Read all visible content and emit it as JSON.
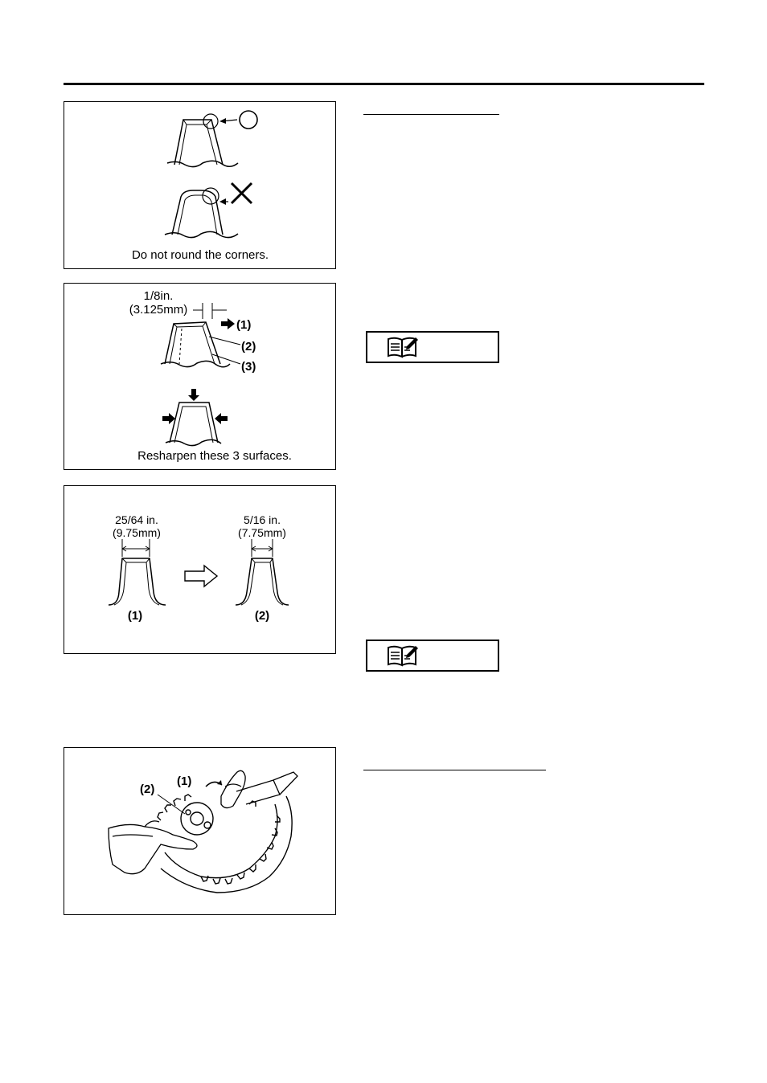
{
  "figures": {
    "fig1": {
      "caption": "Do not round the corners."
    },
    "fig2": {
      "dim_in": "1/8in.",
      "dim_mm": "(3.125mm)",
      "label_1": "(1)",
      "label_2": "(2)",
      "label_3": "(3)",
      "caption": "Resharpen these 3 surfaces."
    },
    "fig3": {
      "left_in": "25/64 in.",
      "left_mm": "(9.75mm)",
      "right_in": "5/16 in.",
      "right_mm": "(7.75mm)",
      "label_1": "(1)",
      "label_2": "(2)"
    },
    "fig4": {
      "label_1": "(1)",
      "label_2": "(2)"
    }
  },
  "icons": {
    "note": "book-note-icon"
  }
}
